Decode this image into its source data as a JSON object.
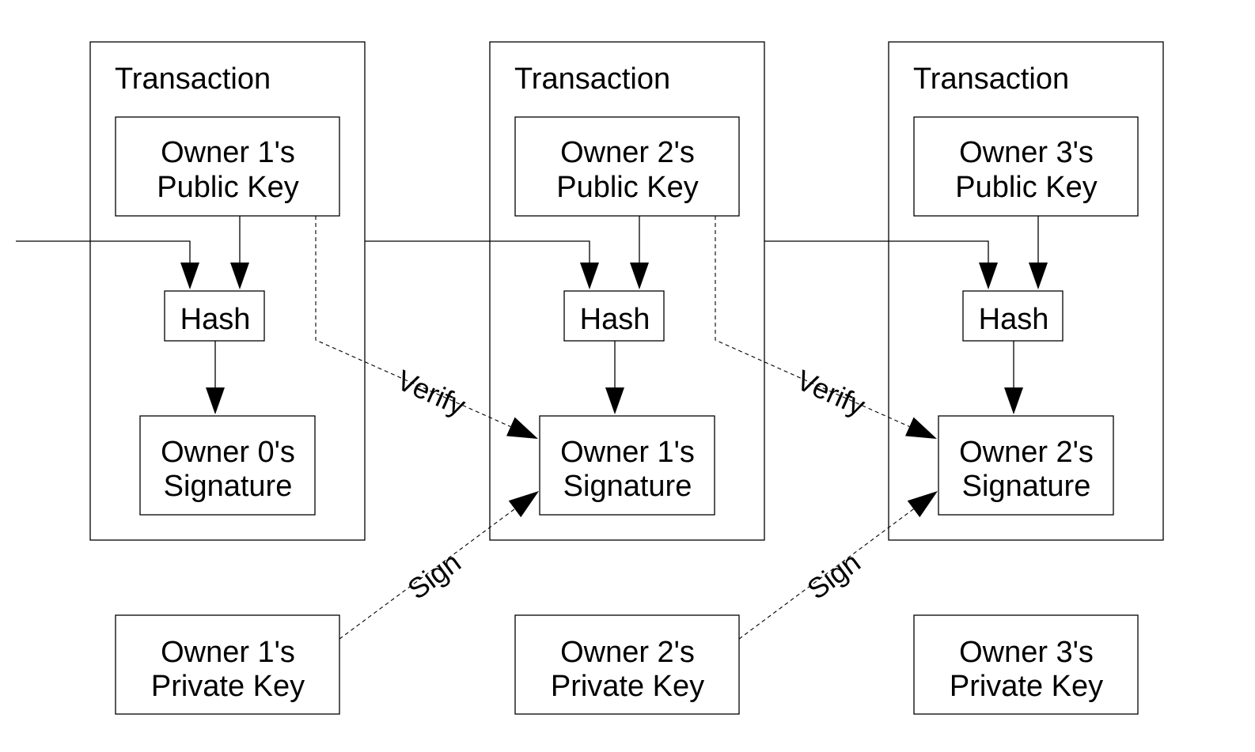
{
  "transactions": [
    {
      "title": "Transaction",
      "public_key": [
        "Owner 1's",
        "Public Key"
      ],
      "hash": "Hash",
      "signature": [
        "Owner 0's",
        "Signature"
      ],
      "private_key": [
        "Owner 1's",
        "Private Key"
      ]
    },
    {
      "title": "Transaction",
      "public_key": [
        "Owner 2's",
        "Public Key"
      ],
      "hash": "Hash",
      "signature": [
        "Owner 1's",
        "Signature"
      ],
      "private_key": [
        "Owner 2's",
        "Private Key"
      ]
    },
    {
      "title": "Transaction",
      "public_key": [
        "Owner 3's",
        "Public Key"
      ],
      "hash": "Hash",
      "signature": [
        "Owner 2's",
        "Signature"
      ],
      "private_key": [
        "Owner 3's",
        "Private Key"
      ]
    }
  ],
  "edges": {
    "verify_label": "Verify",
    "sign_label": "Sign"
  },
  "colors": {
    "line": "#000000",
    "background": "#ffffff"
  }
}
